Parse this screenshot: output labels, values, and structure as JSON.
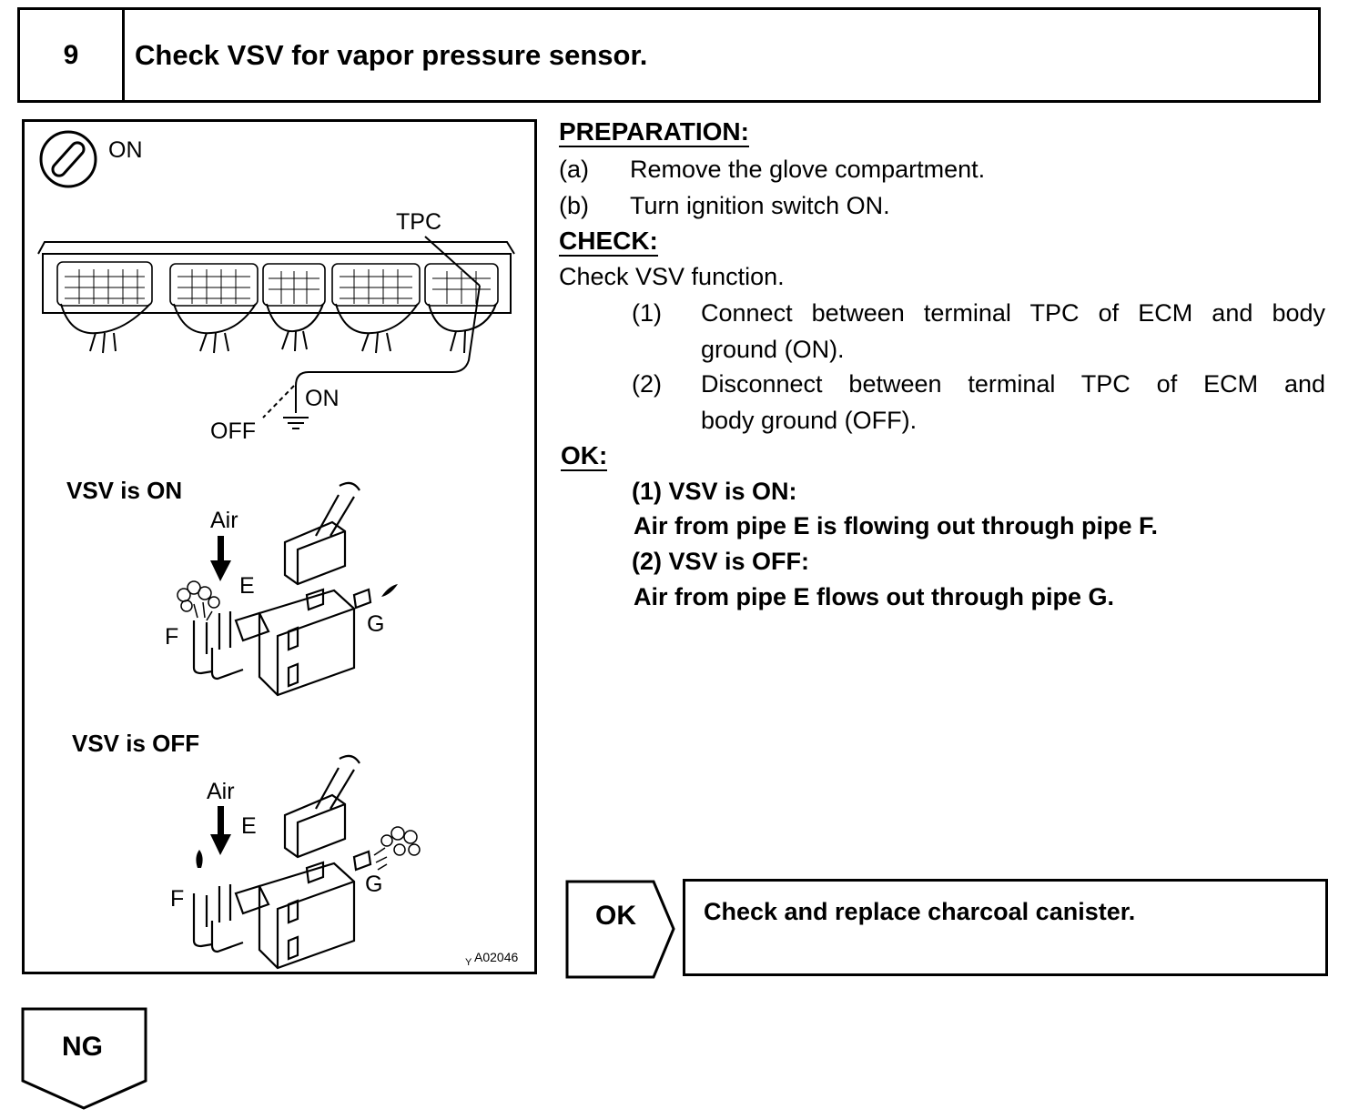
{
  "step": {
    "number": "9",
    "title": "Check VSV for vapor pressure sensor."
  },
  "figure": {
    "ignition_label": "ON",
    "tpc_label": "TPC",
    "switch_on_label": "ON",
    "switch_off_label": "OFF",
    "vsv_on_title": "VSV is ON",
    "vsv_off_title": "VSV is OFF",
    "air_label_on": "Air",
    "air_label_off": "Air",
    "pipe_e_on": "E",
    "pipe_f_on": "F",
    "pipe_g_on": "G",
    "pipe_e_off": "E",
    "pipe_f_off": "F",
    "pipe_g_off": "G",
    "figure_code_prefix": "Y",
    "figure_code": "A02046"
  },
  "preparation": {
    "heading": "PREPARATION:",
    "steps": [
      {
        "marker": "(a)",
        "text": "Remove the glove compartment."
      },
      {
        "marker": "(b)",
        "text": "Turn ignition switch ON."
      }
    ]
  },
  "check": {
    "heading": "CHECK:",
    "intro": "Check VSV function.",
    "items": [
      {
        "marker": "(1)",
        "line1": "Connect between terminal TPC of ECM and body",
        "line2": "ground (ON)."
      },
      {
        "marker": "(2)",
        "line1": "Disconnect between terminal TPC of ECM and",
        "line2": "body ground (OFF)."
      }
    ]
  },
  "ok_criteria": {
    "heading": "OK:",
    "lines": [
      "(1) VSV is ON:",
      "Air from pipe E is flowing out through pipe F.",
      "(2) VSV is OFF:",
      "Air from pipe E flows out through pipe G."
    ]
  },
  "result_ok": {
    "tag": "OK",
    "action": "Check and replace charcoal canister."
  },
  "result_ng": {
    "tag": "NG"
  }
}
